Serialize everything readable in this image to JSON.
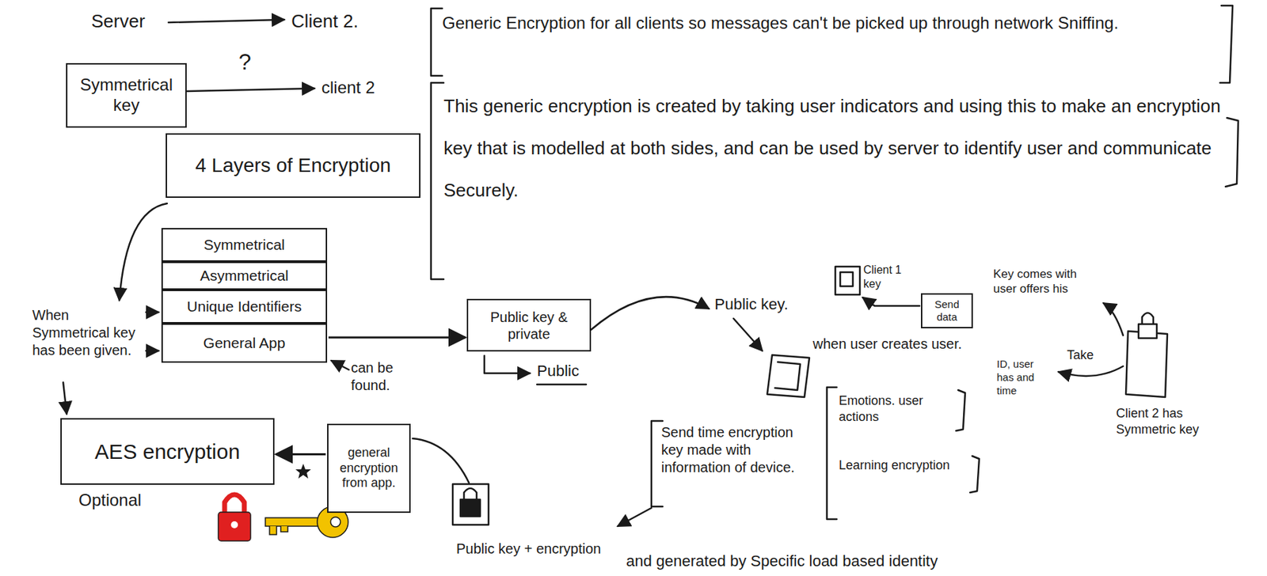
{
  "diagram": {
    "nodes": [
      {
        "text": [
          "Symmetrical key"
        ]
      },
      {
        "text": [
          "4 Layers of Encryption"
        ]
      },
      {
        "text": [
          "Symmetrical"
        ]
      },
      {
        "text": [
          "Asymmetrical"
        ]
      },
      {
        "text": [
          "Unique Identifiers"
        ]
      },
      {
        "text": [
          "General App"
        ]
      },
      {
        "text": [
          "AES encryption"
        ]
      },
      {
        "text": [
          "general encryption from app."
        ]
      },
      {
        "text": [
          "Public key & private"
        ]
      },
      {
        "text": [
          "Send data"
        ]
      }
    ],
    "edges": [
      {
        "from": 5,
        "to": 8,
        "arrow": "to"
      },
      {
        "from": 7,
        "to": 6,
        "arrow": "to"
      }
    ],
    "labels": [
      "Server",
      "Client 2.",
      "?",
      "client 2",
      "Generic Encryption for all clients so messages can't be picked up through network Sniffing.",
      "This generic encryption is created by taking user indicators and using this to make an encryption key that is modelled at both sides, and can be used by server to identify user and communicate Securely.",
      "When Symmetrical key has been given.",
      "Optional",
      "can be found.",
      "Public",
      "Public key.",
      "when user creates user.",
      "Client 1 key",
      "Key comes with user offers his",
      "Take",
      "ID, user has and time",
      "Client 2 has Symmetric key",
      "Send time encryption key made with information of device.",
      "Emotions. user actions",
      "Learning encryption",
      "and generated by Specific load based identity",
      "Public key + encryption"
    ]
  }
}
